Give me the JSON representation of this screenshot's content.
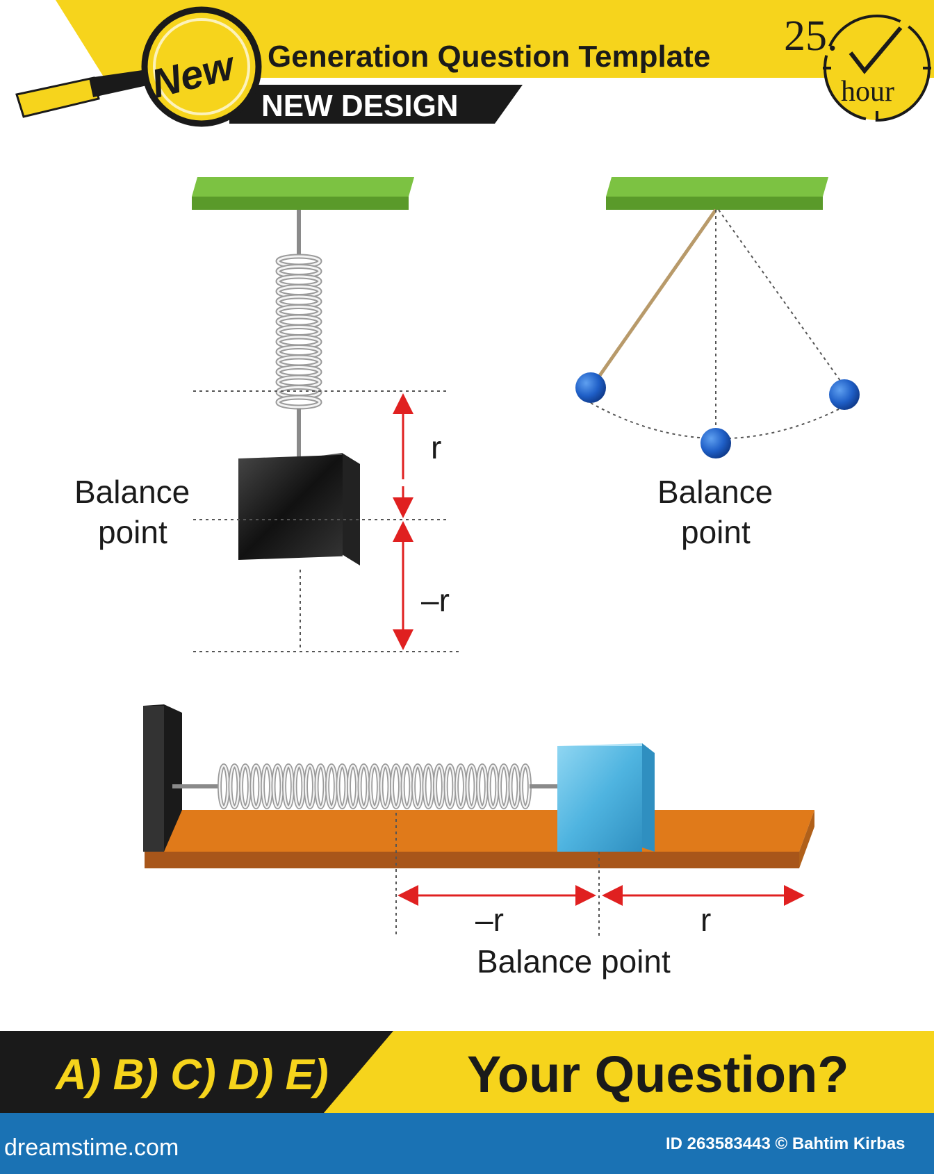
{
  "header": {
    "badge": "New",
    "title": "Generation Question Template",
    "subtitle": "NEW DESIGN",
    "clock_number": "25.",
    "clock_unit": "hour"
  },
  "diagrams": {
    "vertical_spring": {
      "balance_label_line1": "Balance",
      "balance_label_line2": "point",
      "upper_label": "r",
      "lower_label": "–r"
    },
    "pendulum": {
      "balance_label_line1": "Balance",
      "balance_label_line2": "point"
    },
    "horizontal_spring": {
      "left_label": "–r",
      "right_label": "r",
      "balance_label": "Balance point"
    }
  },
  "footer": {
    "options": "A) B) C) D) E)",
    "question": "Your Question?",
    "brand": "dreamstime.com",
    "credit": "ID 263583443 © Bahtim Kirbas"
  },
  "colors": {
    "yellow": "#f6d41c",
    "black": "#1a1a1a",
    "green": "#7cc242",
    "orange": "#e07a1a",
    "blue_block": "#4fb4e0",
    "ball_blue": "#1f5fc7",
    "arrow_red": "#e02020",
    "footer_blue": "#1a72b4"
  }
}
